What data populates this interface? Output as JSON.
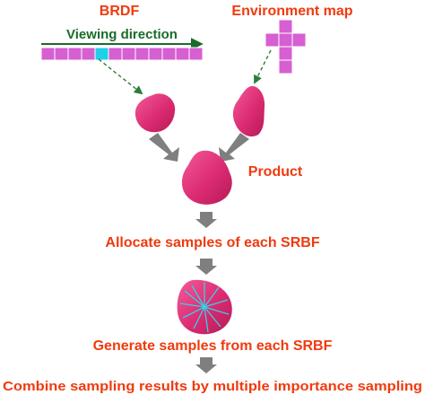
{
  "labels": {
    "brdf": "BRDF",
    "environment_map": "Environment map",
    "viewing_direction": "Viewing direction",
    "product": "Product",
    "allocate": "Allocate samples of each SRBF",
    "generate": "Generate samples from each SRBF",
    "combine": "Combine sampling results by multiple importance sampling"
  },
  "colors": {
    "label_red": "#f03a0e",
    "viewing_green": "#1b6b2a",
    "cell_magenta": "#d65fd2",
    "cell_highlight": "#1fd0e8",
    "lobe_pink": "#dc2b72",
    "flow_arrow_gray": "#7f7f7f",
    "dashed_arrow_green": "#2e7d3a",
    "spoke_cyan": "#2fd4e8"
  },
  "brdf_strip": {
    "cell_count": 12,
    "highlighted_index": 4
  },
  "icons": {
    "brdf_lobe": "brdf-lobe-icon",
    "envmap_lobe": "envmap-lobe-icon",
    "product_lobe": "product-lobe-icon",
    "srbf_lobe": "srbf-lobe-icon",
    "flow_arrow": "down-arrow-icon"
  }
}
